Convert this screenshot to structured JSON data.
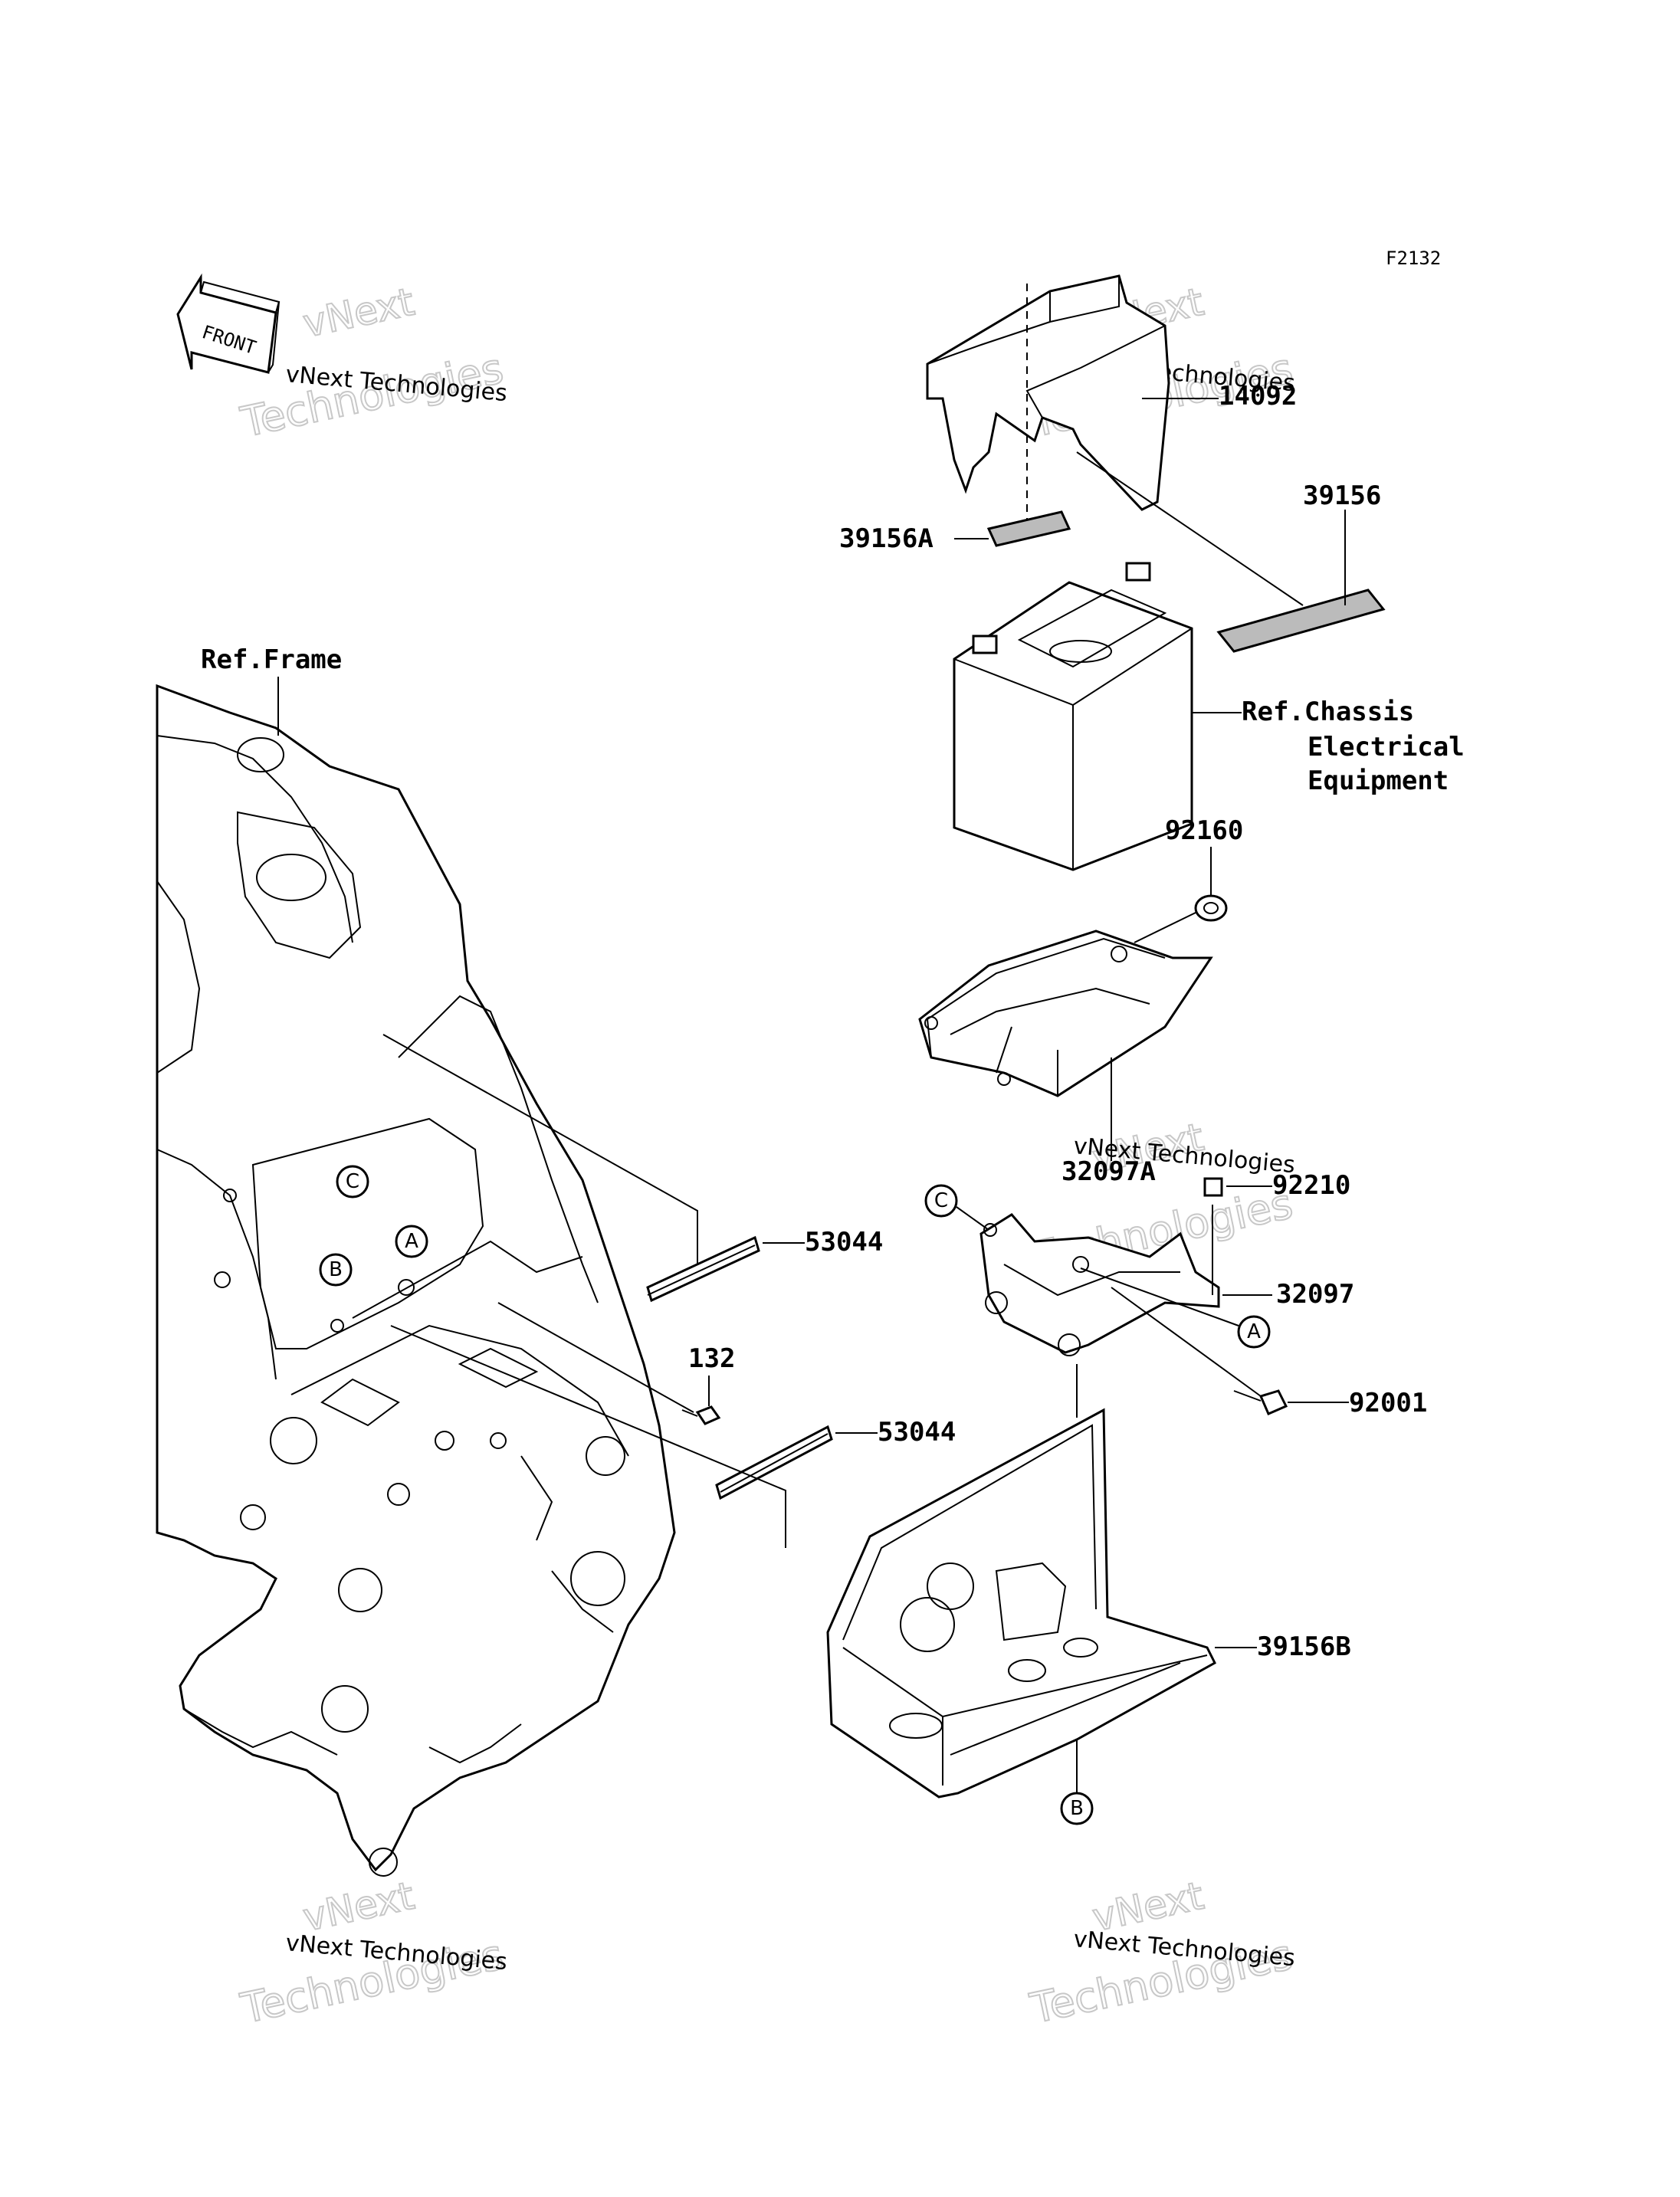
{
  "diagram_code": "F2132",
  "front_arrow_text": "FRONT",
  "watermark": {
    "small": "vNext Technologies",
    "big1": "vNext",
    "big2": "Technologies"
  },
  "labels": {
    "p14092": "14092",
    "p39156": "39156",
    "p39156A": "39156A",
    "ref_chassis_1": "Ref.Chassis",
    "ref_chassis_2": "Electrical",
    "ref_chassis_3": "Equipment",
    "ref_frame": "Ref.Frame",
    "p92160": "92160",
    "p32097A": "32097A",
    "p92210": "92210",
    "p32097": "32097",
    "p92001": "92001",
    "p53044_a": "53044",
    "p53044_b": "53044",
    "p132": "132",
    "p39156B": "39156B"
  },
  "callouts": {
    "a1": "A",
    "a2": "A",
    "b1": "B",
    "b2": "B",
    "c1": "C",
    "c2": "C"
  }
}
